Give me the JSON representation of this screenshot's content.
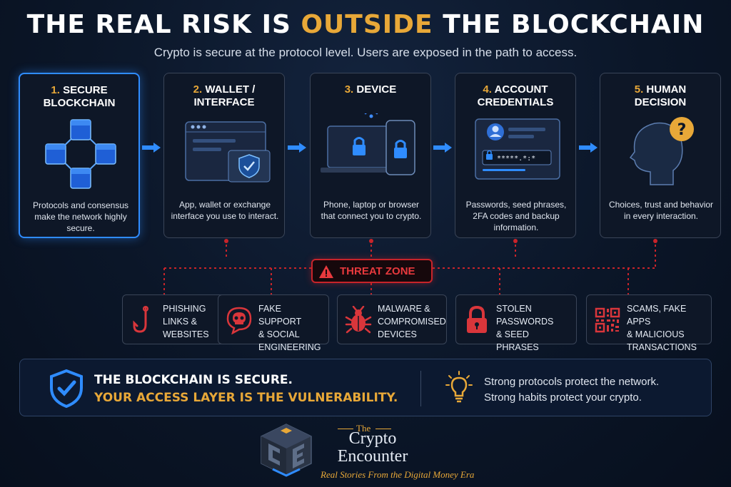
{
  "header": {
    "title_part1": "THE REAL RISK IS ",
    "title_accent": "OUTSIDE",
    "title_part2": " THE BLOCKCHAIN",
    "subtitle": "Crypto is secure at the protocol level. Users are exposed in the path to access."
  },
  "steps": [
    {
      "num": "1.",
      "title_a": "SECURE",
      "title_b": "BLOCKCHAIN",
      "desc": "Protocols and consensus make the network highly secure.",
      "icon": "blockchain-network-icon"
    },
    {
      "num": "2.",
      "title_a": "WALLET /",
      "title_b": "INTERFACE",
      "desc": "App, wallet or exchange interface you use to interact.",
      "icon": "wallet-interface-icon"
    },
    {
      "num": "3.",
      "title_a": "DEVICE",
      "title_b": "",
      "desc": "Phone, laptop or browser that connect you to crypto.",
      "icon": "device-lock-icon"
    },
    {
      "num": "4.",
      "title_a": "ACCOUNT",
      "title_b": "CREDENTIALS",
      "desc": "Passwords, seed phrases, 2FA codes and backup information.",
      "icon": "credentials-icon"
    },
    {
      "num": "5.",
      "title_a": "HUMAN",
      "title_b": "DECISION",
      "desc": "Choices, trust and behavior in every interaction.",
      "icon": "human-question-icon"
    }
  ],
  "credentials_password_mask": "*****.*:*",
  "threat_zone": {
    "label": "THREAT ZONE",
    "icon": "warning-triangle-icon"
  },
  "risks": [
    {
      "text": "PHISHING\nLINKS &\nWEBSITES",
      "icon": "fishing-hook-icon"
    },
    {
      "text": "FAKE SUPPORT\n& SOCIAL\nENGINEERING",
      "icon": "skull-bubble-icon"
    },
    {
      "text": "MALWARE &\nCOMPROMISED\nDEVICES",
      "icon": "bug-icon"
    },
    {
      "text": "STOLEN\nPASSWORDS\n& SEED PHRASES",
      "icon": "padlock-icon"
    },
    {
      "text": "SCAMS, FAKE APPS\n& MALICIOUS\nTRANSACTIONS",
      "icon": "qr-code-icon"
    }
  ],
  "banner": {
    "line1": "THE BLOCKCHAIN IS SECURE.",
    "line2": "YOUR ACCESS LAYER IS THE VULNERABILITY.",
    "right1": "Strong protocols protect the network.",
    "right2": "Strong habits protect your crypto.",
    "left_icon": "shield-check-icon",
    "right_icon": "lightbulb-icon"
  },
  "brand": {
    "the": "The",
    "name_line1": "Crypto",
    "name_line2": "Encounter",
    "tagline": "Real Stories From the Digital Money Era",
    "logo_icon": "ce-cube-logo"
  },
  "colors": {
    "accent_gold": "#e8a838",
    "accent_blue": "#2f8cff",
    "threat_red": "#e8393d",
    "background": "#0b1628"
  }
}
